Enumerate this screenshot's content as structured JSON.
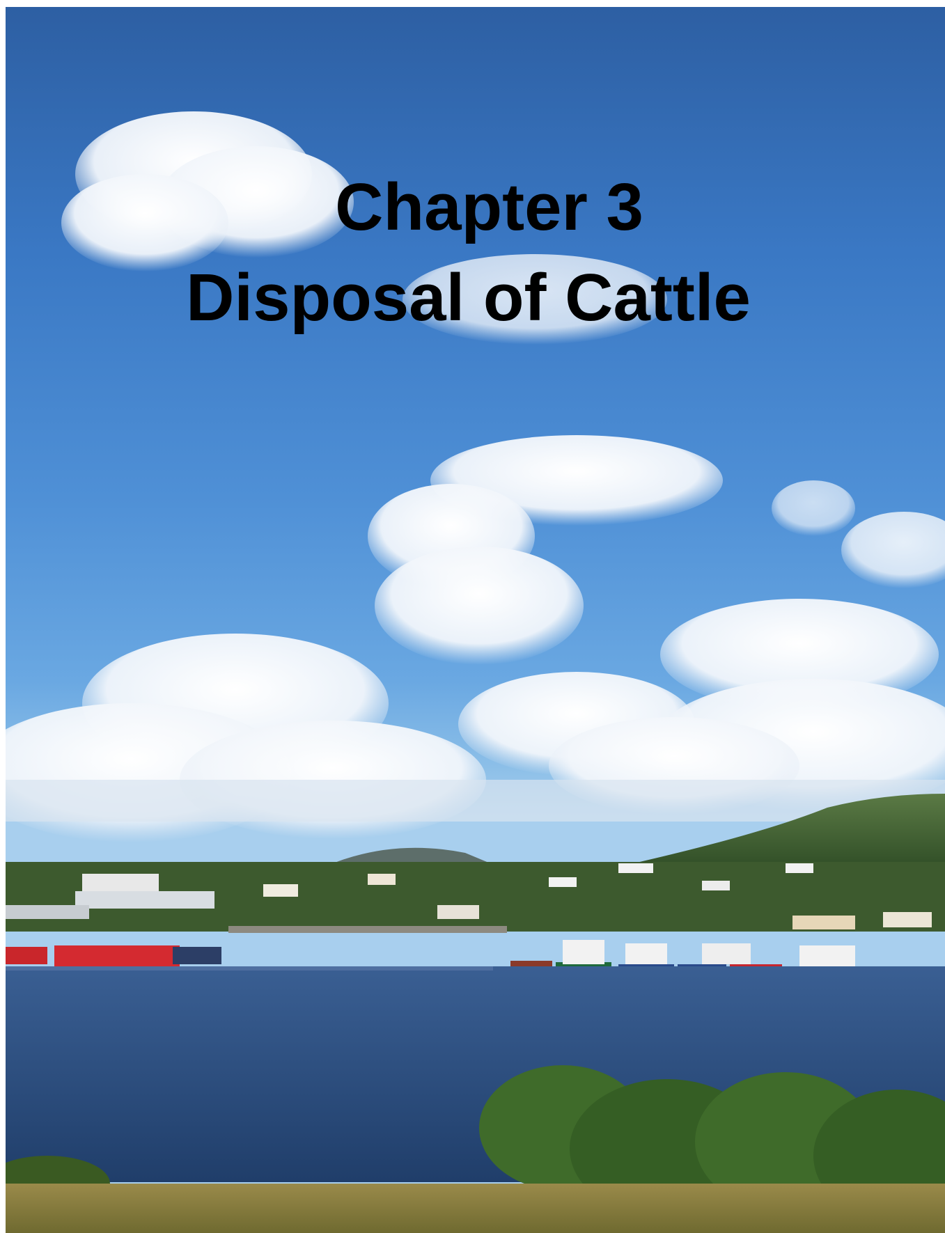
{
  "page": {
    "chapter_heading": "Chapter 3",
    "chapter_title": "Disposal of Cattle"
  },
  "photo": {
    "subject": "harbour-landscape",
    "colors": {
      "sky_top": "#2d5fa3",
      "sky_mid": "#4f90d6",
      "sky_low": "#a8cfee",
      "cloud": "#ffffff",
      "hill": "#4a6b3a",
      "water": "#2c4d7e",
      "foreground": "#3f6b2a"
    }
  }
}
